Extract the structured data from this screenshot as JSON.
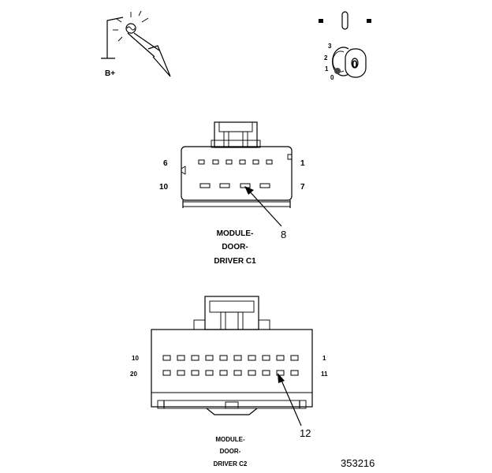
{
  "legend": {
    "battery_label": "B+",
    "ignition_positions": [
      "3",
      "2",
      "1",
      "0"
    ],
    "key_label": "0"
  },
  "connector_c1": {
    "name_lines": [
      "MODULE-",
      "DOOR-",
      "DRIVER C1"
    ],
    "top_row_left": "6",
    "top_row_right": "1",
    "bottom_row_left": "10",
    "bottom_row_right": "7",
    "callout": "8"
  },
  "connector_c2": {
    "name_lines": [
      "MODULE-",
      "DOOR-",
      "DRIVER C2"
    ],
    "top_row_left": "10",
    "top_row_right": "1",
    "bottom_row_left": "20",
    "bottom_row_right": "11",
    "callout": "12"
  },
  "figure_id": "353216"
}
